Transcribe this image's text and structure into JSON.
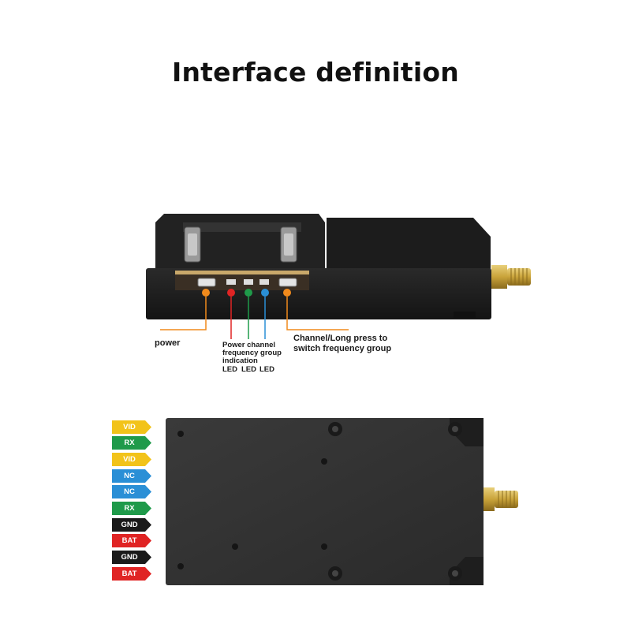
{
  "title": "Interface definition",
  "callouts": {
    "power": "power",
    "indication_line1": "Power channel",
    "indication_line2": "frequency group",
    "indication_line3": "indication",
    "led1": "LED",
    "led2": "LED",
    "led3": "LED",
    "channel_line1": "Channel/Long press to",
    "channel_line2": "switch frequency group"
  },
  "pins": [
    {
      "label": "VID",
      "bg": "#f2c31a",
      "fg": "#ffffff"
    },
    {
      "label": "RX",
      "bg": "#1f9a4a",
      "fg": "#ffffff"
    },
    {
      "label": "VID",
      "bg": "#f2c31a",
      "fg": "#ffffff"
    },
    {
      "label": "NC",
      "bg": "#2a8fd6",
      "fg": "#ffffff"
    },
    {
      "label": "NC",
      "bg": "#2a8fd6",
      "fg": "#ffffff"
    },
    {
      "label": "RX",
      "bg": "#1f9a4a",
      "fg": "#ffffff"
    },
    {
      "label": "GND",
      "bg": "#1a1a1a",
      "fg": "#ffffff"
    },
    {
      "label": "BAT",
      "bg": "#e02424",
      "fg": "#ffffff"
    },
    {
      "label": "GND",
      "bg": "#1a1a1a",
      "fg": "#ffffff"
    },
    {
      "label": "BAT",
      "bg": "#e02424",
      "fg": "#ffffff"
    }
  ],
  "colors": {
    "power_marker": "#f08a1c",
    "led_red": "#e02424",
    "led_green": "#1f9a4a",
    "led_blue": "#2a8fd6",
    "button_marker": "#f08a1c",
    "device_body": "#1e1e1e",
    "antenna": "#c9a33a"
  }
}
